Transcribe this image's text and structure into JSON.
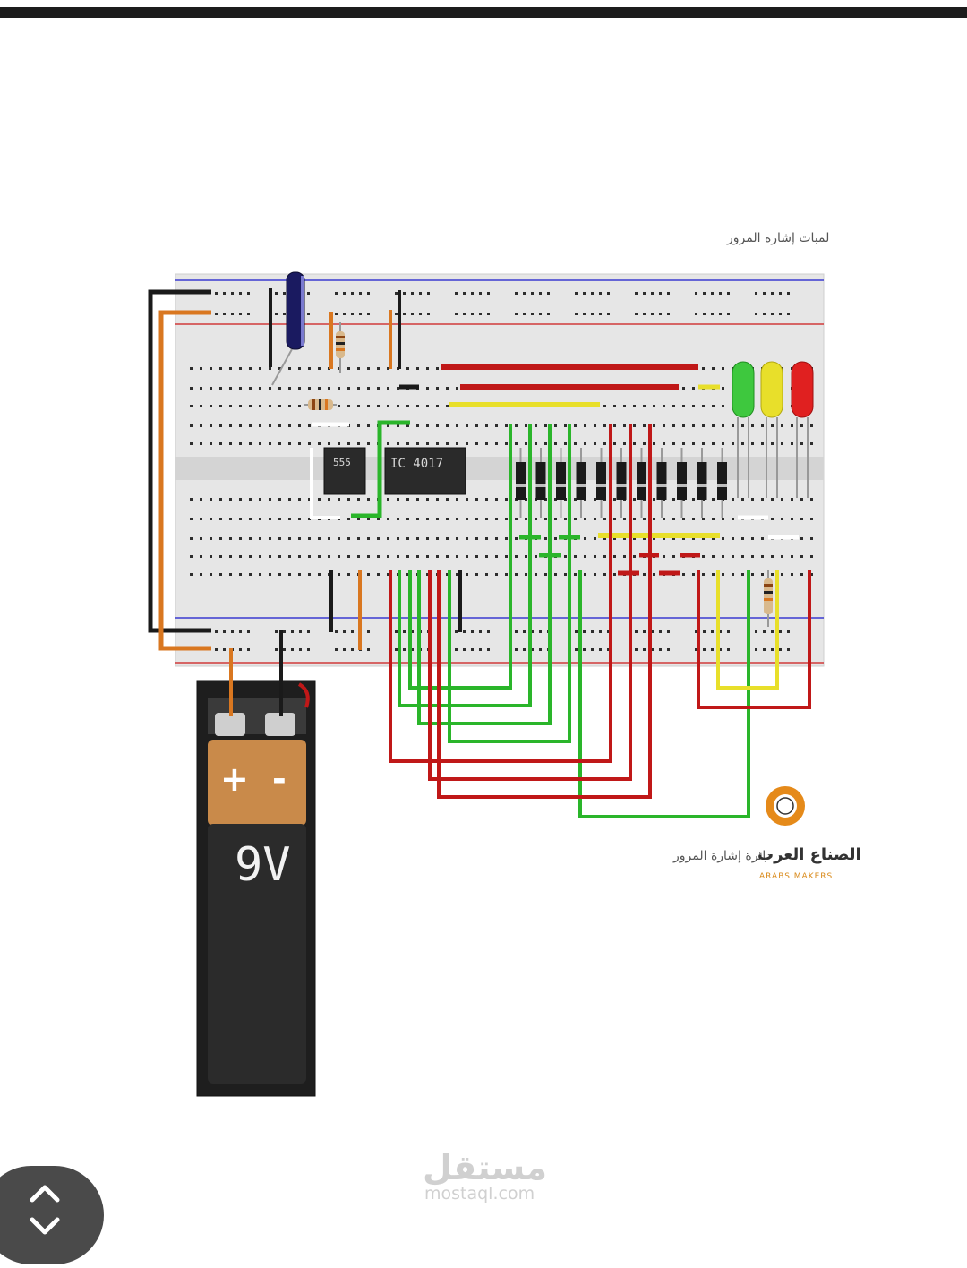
{
  "diagram": {
    "title": "لمبات إشارة المرور",
    "chips": {
      "timer": "555",
      "counter": "IC 4017"
    },
    "battery": {
      "plus": "+",
      "minus": "-",
      "voltage": "9V"
    },
    "caption": "دائرة إشارة المرور",
    "brand": {
      "name_ar": "الصناع العرب",
      "name_en": "ARABS MAKERS"
    },
    "led_colors": {
      "green": "#3ec83e",
      "yellow": "#e8df2a",
      "red": "#e02020"
    }
  },
  "watermark": {
    "ar": "مستقل",
    "en": "mostaql.com"
  },
  "scroll_button": {
    "up_icon": "chevron-up-icon",
    "down_icon": "chevron-down-icon"
  }
}
